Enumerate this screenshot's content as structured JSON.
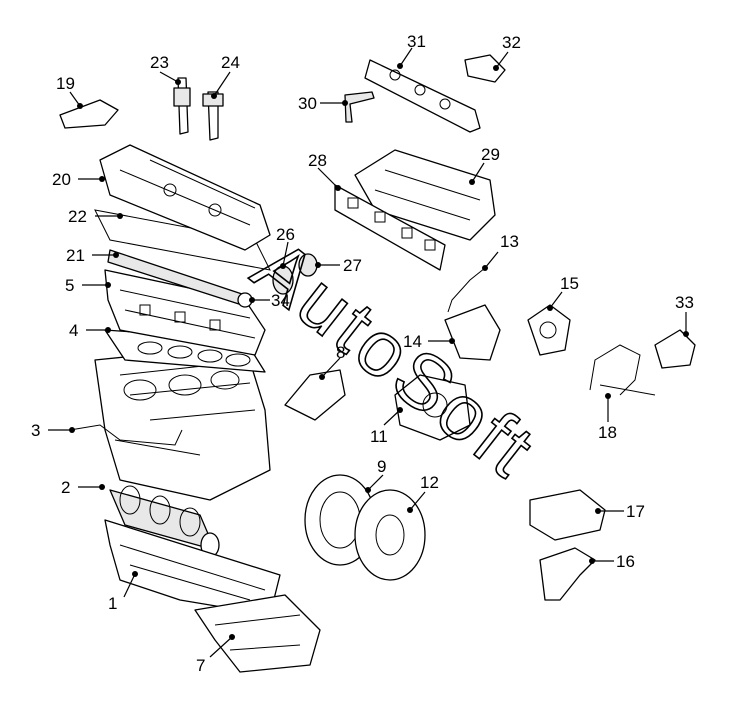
{
  "watermark": "AutoSoft",
  "callouts": [
    {
      "id": "1",
      "label": "1"
    },
    {
      "id": "2",
      "label": "2"
    },
    {
      "id": "3",
      "label": "3"
    },
    {
      "id": "4",
      "label": "4"
    },
    {
      "id": "5",
      "label": "5"
    },
    {
      "id": "7",
      "label": "7"
    },
    {
      "id": "8",
      "label": "8"
    },
    {
      "id": "9",
      "label": "9"
    },
    {
      "id": "11",
      "label": "11"
    },
    {
      "id": "12",
      "label": "12"
    },
    {
      "id": "13",
      "label": "13"
    },
    {
      "id": "14",
      "label": "14"
    },
    {
      "id": "15",
      "label": "15"
    },
    {
      "id": "16",
      "label": "16"
    },
    {
      "id": "17",
      "label": "17"
    },
    {
      "id": "18",
      "label": "18"
    },
    {
      "id": "19",
      "label": "19"
    },
    {
      "id": "20",
      "label": "20"
    },
    {
      "id": "21",
      "label": "21"
    },
    {
      "id": "22",
      "label": "22"
    },
    {
      "id": "23",
      "label": "23"
    },
    {
      "id": "24",
      "label": "24"
    },
    {
      "id": "26",
      "label": "26"
    },
    {
      "id": "27",
      "label": "27"
    },
    {
      "id": "28",
      "label": "28"
    },
    {
      "id": "29",
      "label": "29"
    },
    {
      "id": "30",
      "label": "30"
    },
    {
      "id": "31",
      "label": "31"
    },
    {
      "id": "32",
      "label": "32"
    },
    {
      "id": "33",
      "label": "33"
    },
    {
      "id": "34",
      "label": "34"
    }
  ]
}
